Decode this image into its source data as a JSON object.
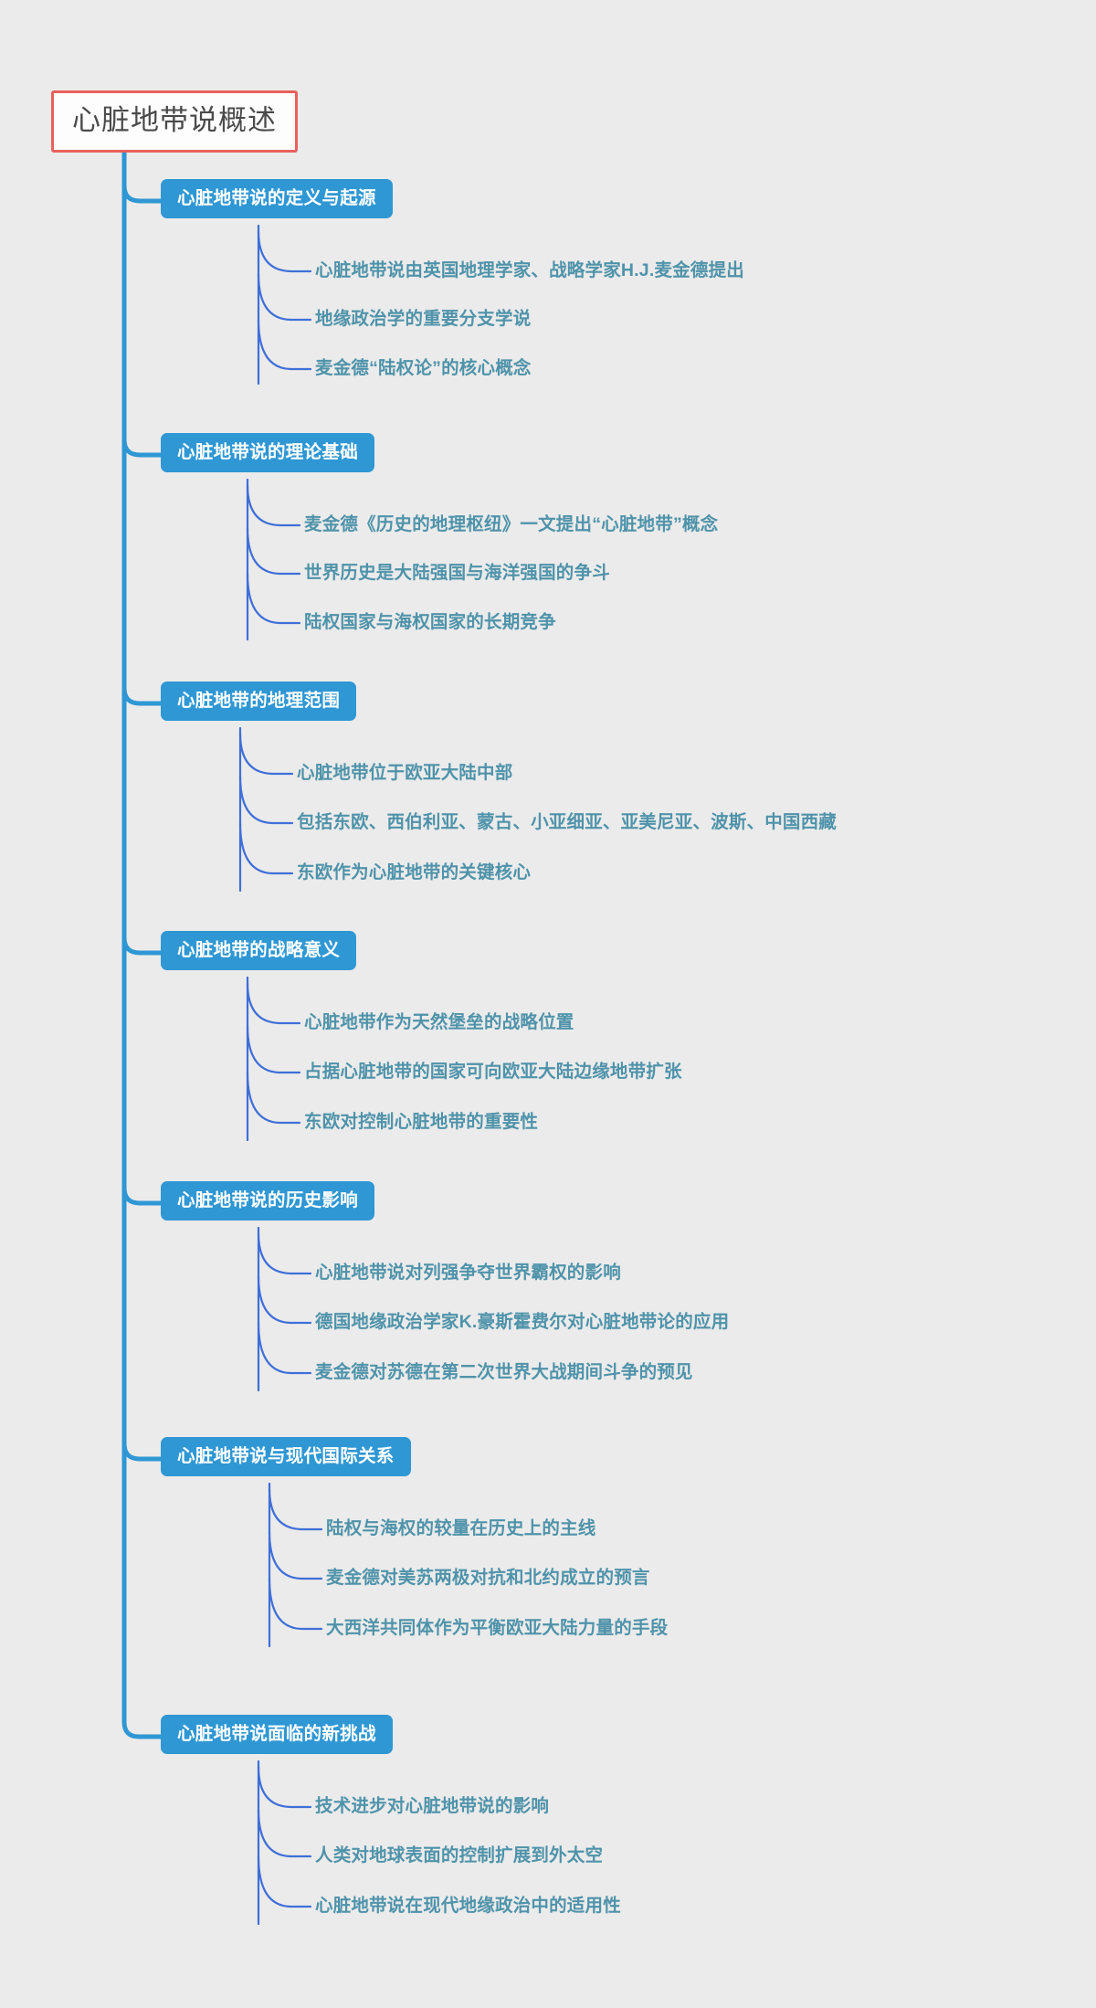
{
  "theme": {
    "background": "#ebebeb",
    "root_border": "#e8615c",
    "root_fill": "#fdfdfd",
    "root_text": "#4a4a4a",
    "branch_fill": "#2f97d4",
    "branch_text": "#ffffff",
    "leaf_text": "#4f93aa",
    "trunk_line": "#2f97d4",
    "leaf_line": "#3f6fd8"
  },
  "mindmap": {
    "root": {
      "label": "心脏地带说概述"
    },
    "branches": [
      {
        "label": "心脏地带说的定义与起源",
        "children": [
          "心脏地带说由英国地理学家、战略学家H.J.麦金德提出",
          "地缘政治学的重要分支学说",
          "麦金德“陆权论”的核心概念"
        ]
      },
      {
        "label": "心脏地带说的理论基础",
        "children": [
          "麦金德《历史的地理枢纽》一文提出“心脏地带”概念",
          "世界历史是大陆强国与海洋强国的争斗",
          "陆权国家与海权国家的长期竞争"
        ]
      },
      {
        "label": "心脏地带的地理范围",
        "children": [
          "心脏地带位于欧亚大陆中部",
          "包括东欧、西伯利亚、蒙古、小亚细亚、亚美尼亚、波斯、中国西藏",
          "东欧作为心脏地带的关键核心"
        ]
      },
      {
        "label": "心脏地带的战略意义",
        "children": [
          "心脏地带作为天然堡垒的战略位置",
          "占据心脏地带的国家可向欧亚大陆边缘地带扩张",
          "东欧对控制心脏地带的重要性"
        ]
      },
      {
        "label": "心脏地带说的历史影响",
        "children": [
          "心脏地带说对列强争夺世界霸权的影响",
          "德国地缘政治学家K.豪斯霍费尔对心脏地带论的应用",
          "麦金德对苏德在第二次世界大战期间斗争的预见"
        ]
      },
      {
        "label": "心脏地带说与现代国际关系",
        "children": [
          "陆权与海权的较量在历史上的主线",
          "麦金德对美苏两极对抗和北约成立的预言",
          "大西洋共同体作为平衡欧亚大陆力量的手段"
        ]
      },
      {
        "label": "心脏地带说面临的新挑战",
        "children": [
          "技术进步对心脏地带说的影响",
          "人类对地球表面的控制扩展到外太空",
          "心脏地带说在现代地缘政治中的适用性"
        ]
      }
    ]
  }
}
